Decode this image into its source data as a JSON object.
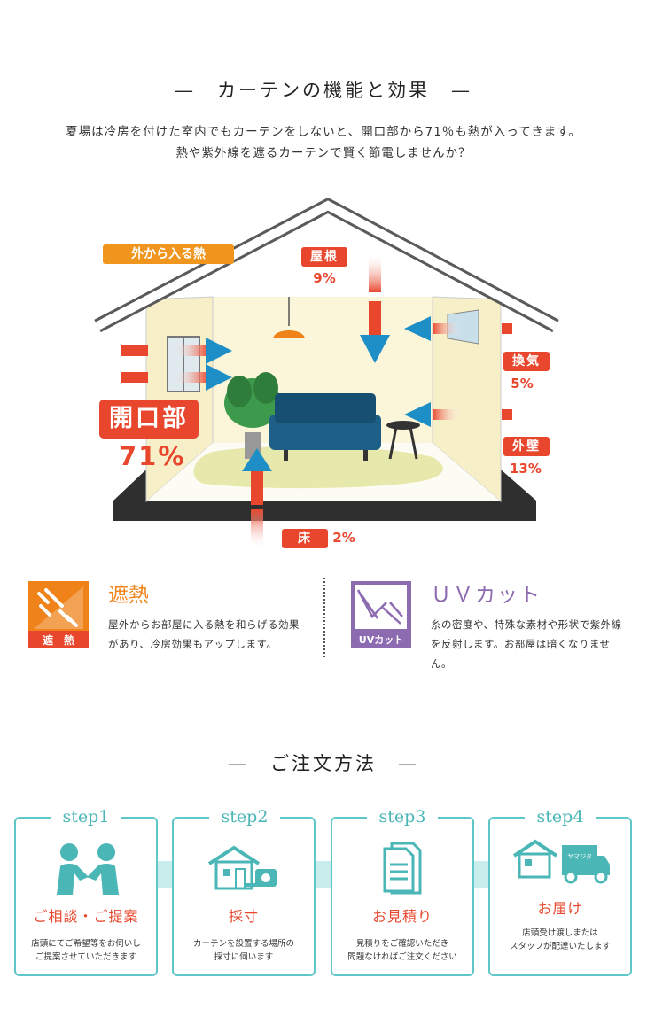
{
  "section1": {
    "title": "—　カーテンの機能と効果　—",
    "intro_line1": "夏場は冷房を付けた室内でもカーテンをしないと、開口部から71％も熱が入ってきます。",
    "intro_line2": "熱や紫外線を遮るカーテンで賢く節電しませんか？"
  },
  "diagram": {
    "outside_heat": "外から入る熱",
    "roof": {
      "label": "屋根",
      "pct": "9%"
    },
    "vent": {
      "label": "換気",
      "pct": "5%"
    },
    "wall": {
      "label": "外壁",
      "pct": "13%"
    },
    "floor": {
      "label": "床",
      "pct": "2%"
    },
    "opening": {
      "label": "開口部",
      "pct": "71%"
    }
  },
  "features": {
    "heat": {
      "icon_label": "遮　熱",
      "title": "遮熱",
      "desc": "屋外からお部屋に入る熱を和らげる効果があり、冷房効果もアップします。"
    },
    "uv": {
      "icon_label": "UVカット",
      "title": "ＵＶカット",
      "desc": "糸の密度や、特殊な素材や形状で紫外線を反射します。お部屋は暗くなりません。"
    }
  },
  "section2": {
    "title": "—　ご注文方法　—"
  },
  "steps": [
    {
      "label": "step1",
      "title": "ご相談・ご提案",
      "desc1": "店頭にてご希望等をお伺いし",
      "desc2": "ご提案させていただきます"
    },
    {
      "label": "step2",
      "title": "採寸",
      "desc1": "カーテンを設置する場所の",
      "desc2": "採寸に伺います"
    },
    {
      "label": "step3",
      "title": "お見積り",
      "desc1": "見積りをご確認いただき",
      "desc2": "問題なければご注文ください"
    },
    {
      "label": "step4",
      "title": "お届け",
      "desc1": "店頭受け渡しまたは",
      "desc2": "スタッフが配達いたします"
    }
  ],
  "truck_text": "ヤマジタ",
  "colors": {
    "accent_red": "#e8472e",
    "accent_orange": "#f0961e",
    "purple": "#8d6bb1",
    "teal": "#5fc7c7",
    "sofa": "#1e5f87",
    "arrow_blue": "#1e8fc6"
  }
}
